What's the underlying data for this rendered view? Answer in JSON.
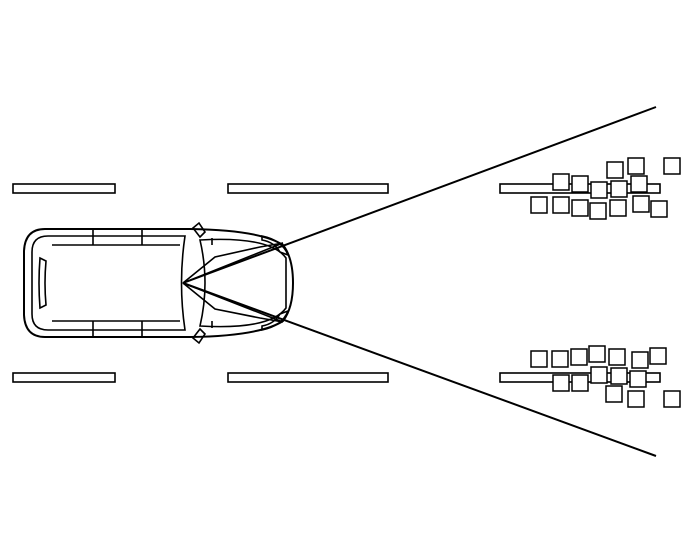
{
  "diagram": {
    "description_visible_text": "",
    "colors": {
      "line": "#000000",
      "background": "#ffffff"
    },
    "icons": [
      "vehicle-top-view",
      "sensor-field-of-view",
      "lane-markings",
      "roadside-objects"
    ]
  }
}
